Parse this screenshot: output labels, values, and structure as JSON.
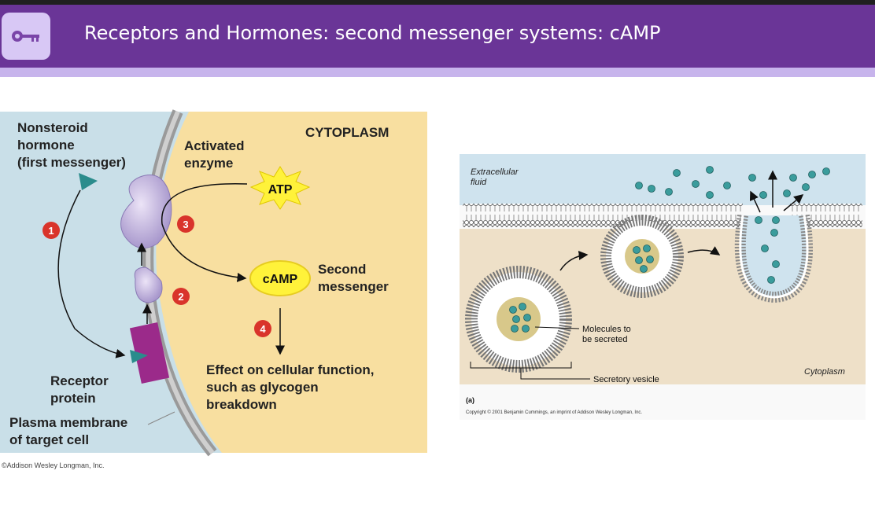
{
  "header": {
    "title": "Receptors and Hormones: second messenger systems: cAMP",
    "icon": "key-icon",
    "bar_color": "#6a3597",
    "band_color": "#c7b4ec"
  },
  "left_figure": {
    "hormone_label_1": "Nonsteroid",
    "hormone_label_2": "hormone",
    "hormone_label_3": "(first messenger)",
    "enzyme_label_1": "Activated",
    "enzyme_label_2": "enzyme",
    "cytoplasm_label": "CYTOPLASM",
    "atp_label": "ATP",
    "camp_label": "cAMP",
    "second_messenger_1": "Second",
    "second_messenger_2": "messenger",
    "effect_1": "Effect on cellular function,",
    "effect_2": "such as glycogen",
    "effect_3": "breakdown",
    "receptor_1": "Receptor",
    "receptor_2": "protein",
    "membrane_1": "Plasma membrane",
    "membrane_2": "of target cell",
    "steps": [
      "1",
      "2",
      "3",
      "4"
    ],
    "copyright": "©Addison Wesley Longman, Inc."
  },
  "right_figure": {
    "extracellular_1": "Extracellular",
    "extracellular_2": "fluid",
    "molecules_1": "Molecules to",
    "molecules_2": "be secreted",
    "vesicle_label": "Secretory vesicle",
    "cytoplasm_label": "Cytoplasm",
    "panel_letter": "(a)",
    "copyright": "Copyright © 2001 Benjamin Cummings, an imprint of Addison Wesley Longman, Inc."
  }
}
